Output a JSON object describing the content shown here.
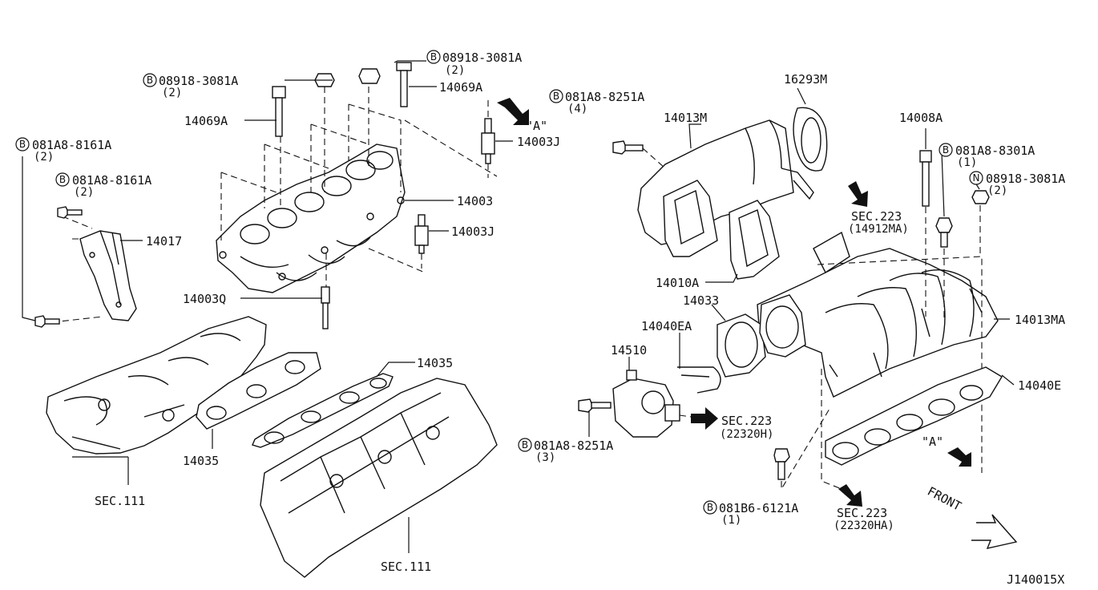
{
  "labels": {
    "b_08918_3081a_top": "08918-3081A",
    "b_08918_3081a_top_qty": "(2)",
    "b_08918_3081a_left": "08918-3081A",
    "b_08918_3081a_left_qty": "(2)",
    "p_14069a_right": "14069A",
    "p_14069a_left": "14069A",
    "b_081a8_8161a_1": "081A8-8161A",
    "b_081a8_8161a_1_qty": "(2)",
    "b_081a8_8161a_2": "081A8-8161A",
    "b_081a8_8161a_2_qty": "(2)",
    "p_14017": "14017",
    "p_14003j_top": "14003J",
    "p_14003j_mid": "14003J",
    "p_14003": "14003",
    "view_a_top": "\"A\"",
    "p_14003q": "14003Q",
    "p_14035_top": "14035",
    "p_14035_bottom": "14035",
    "sec_111_left": "SEC.111",
    "sec_111_bottom": "SEC.111",
    "b_081a8_8251a_top": "081A8-8251A",
    "b_081a8_8251a_top_qty": "(4)",
    "p_14013m": "14013M",
    "p_16293m": "16293M",
    "p_14008a": "14008A",
    "b_081a8_8301a": "081A8-8301A",
    "b_081a8_8301a_qty": "(1)",
    "n_08918_3081a": "08918-3081A",
    "n_08918_3081a_qty": "(2)",
    "sec_223_14912ma": "SEC.223",
    "sec_223_14912ma_sub": "(14912MA)",
    "p_14010a": "14010A",
    "p_14033": "14033",
    "p_14013ma": "14013MA",
    "p_14040ea": "14040EA",
    "p_14510": "14510",
    "p_14040e": "14040E",
    "sec_223_22320h": "SEC.223",
    "sec_223_22320h_sub": "(22320H)",
    "b_081a8_8251a_bottom": "081A8-8251A",
    "b_081a8_8251a_bottom_qty": "(3)",
    "view_a_bottom": "\"A\"",
    "b_081b6_6121a": "081B6-6121A",
    "b_081b6_6121a_qty": "(1)",
    "sec_223_22320ha": "SEC.223",
    "sec_223_22320ha_sub": "(22320HA)",
    "front": "FRONT",
    "diagram_code": "J140015X"
  },
  "symbols": {
    "bolt_symbol": "B",
    "nut_symbol": "N"
  }
}
